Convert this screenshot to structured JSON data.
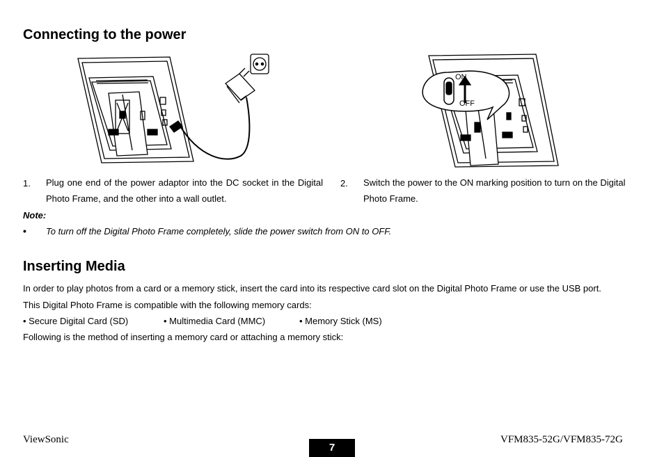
{
  "section1": {
    "title": "Connecting to the power",
    "illustration2": {
      "on_label": "ON",
      "off_label": "OFF"
    },
    "steps": [
      {
        "number": "1.",
        "text": "Plug one end of the power adaptor into the DC socket in the Digital Photo Frame, and the other into a wall outlet."
      },
      {
        "number": "2.",
        "text": "Switch the power to the ON marking position to turn on the Digital Photo Frame."
      }
    ],
    "note": {
      "label": "Note:",
      "bullet": "•",
      "text": "To turn off the Digital Photo Frame completely, slide the power switch from ON to OFF."
    }
  },
  "section2": {
    "title": "Inserting Media",
    "intro": "In order to play photos from a card or a memory stick, insert the card into its respective card slot on the Digital Photo Frame or use the USB port.",
    "compat": "This Digital Photo Frame is compatible with the following memory cards:",
    "cards": [
      "• Secure Digital Card (SD)",
      "• Multimedia Card (MMC)",
      "• Memory Stick (MS)"
    ],
    "method": "Following is the method of inserting a memory card or attaching a memory stick:"
  },
  "footer": {
    "brand": "ViewSonic",
    "page": "7",
    "model": "VFM835-52G/VFM835-72G"
  }
}
